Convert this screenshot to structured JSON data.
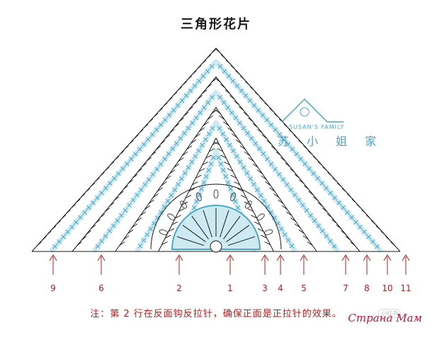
{
  "title": "三角形花片",
  "note": "注：第 2 行在反面钩反拉针，确保正面是正拉针的效果。",
  "brand": {
    "en": "SUSAN'S FAMILY",
    "zh": "苏 小 姐 家"
  },
  "watermark": "Страна Мам",
  "badge": "小红书",
  "colors": {
    "black": "#1a1a1a",
    "blue": "#4aa7c7",
    "light_blue": "#cdeaf3",
    "red": "#b02020"
  },
  "row_labels": [
    "9",
    "6",
    "2",
    "1",
    "3",
    "4",
    "5",
    "7",
    "8",
    "10",
    "11"
  ]
}
